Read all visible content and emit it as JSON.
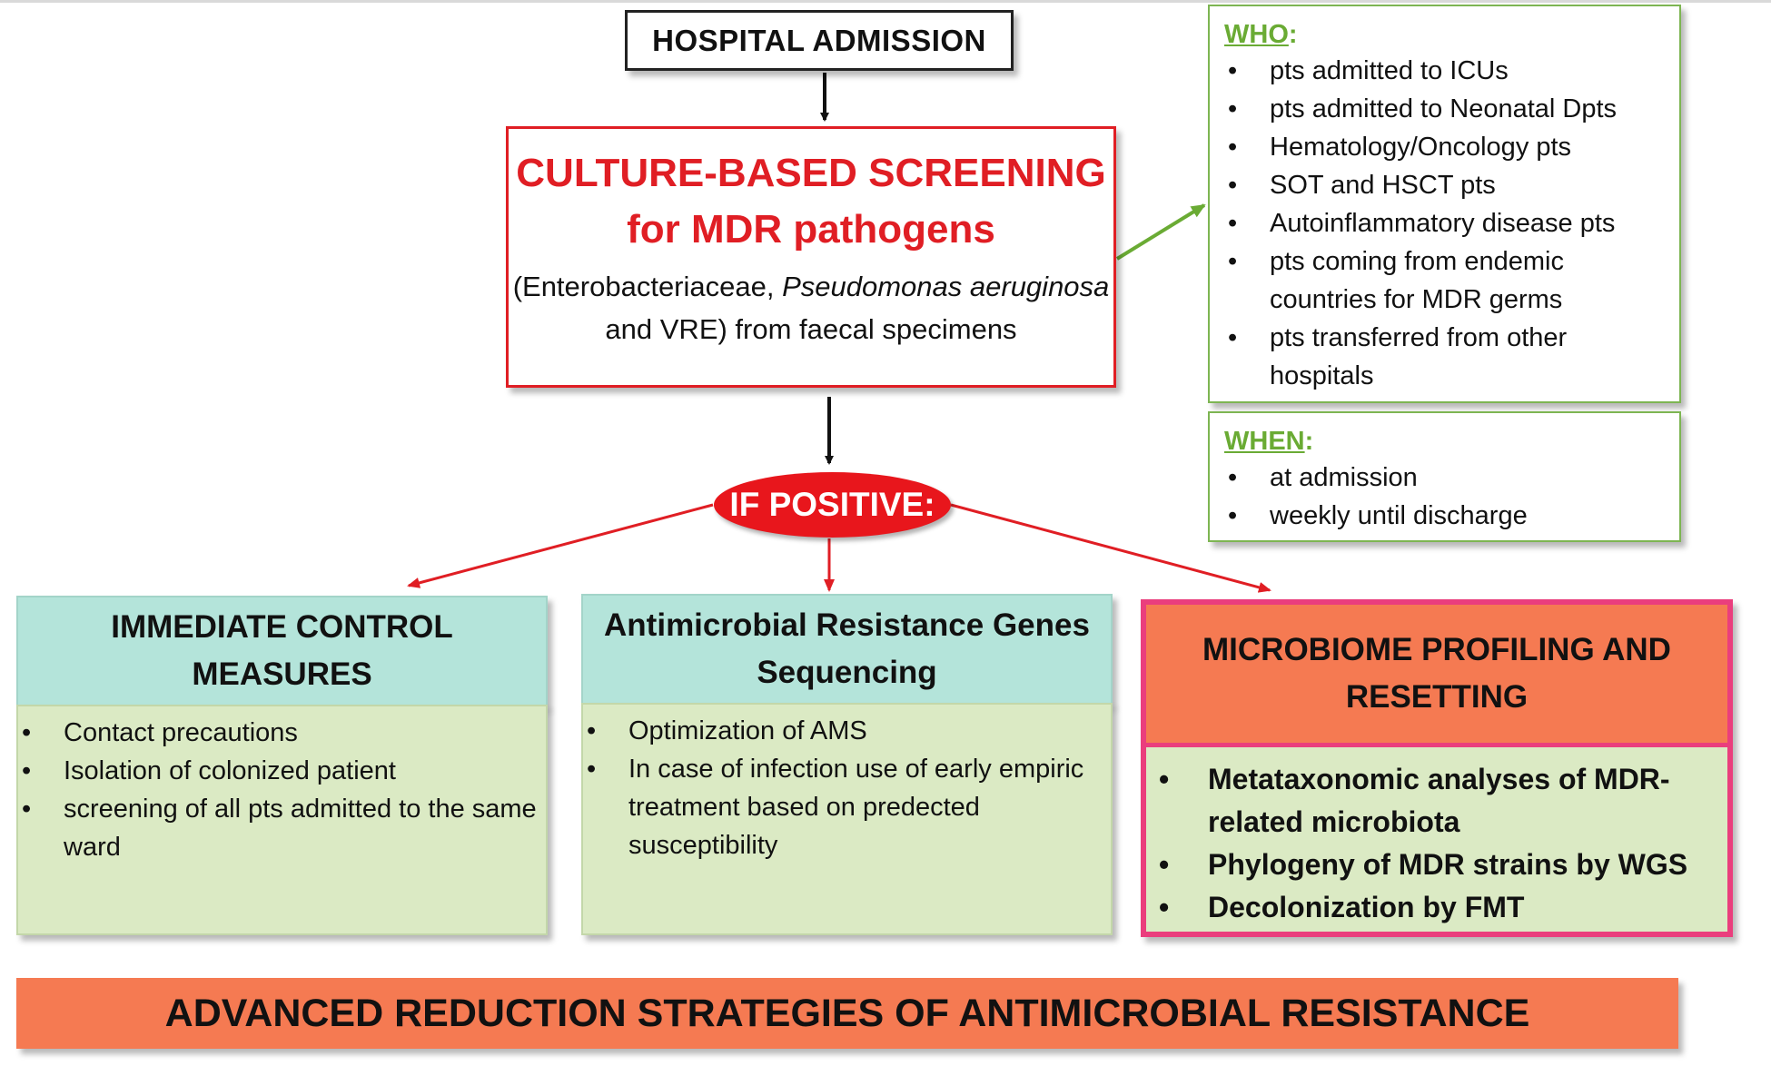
{
  "admission": {
    "label": "HOSPITAL ADMISSION"
  },
  "screening": {
    "title_line1": "CULTURE-BASED SCREENING",
    "title_line2": "for MDR pathogens",
    "desc_part1": "(Enterobacteriaceae, ",
    "desc_italic1": "Pseudomonas aeruginosa",
    "desc_part2": " and VRE) from faecal specimens"
  },
  "who": {
    "title": "WHO",
    "items": [
      "pts admitted to ICUs",
      "pts admitted to Neonatal Dpts",
      "Hematology/Oncology pts",
      "SOT and HSCT pts",
      "Autoinflammatory disease pts",
      "pts coming from endemic countries for MDR germs",
      "pts transferred from other hospitals"
    ]
  },
  "when": {
    "title": "WHEN",
    "items": [
      "at admission",
      "weekly until discharge"
    ]
  },
  "if_positive": {
    "label": "IF POSITIVE:"
  },
  "panels": {
    "control": {
      "title": "IMMEDIATE CONTROL MEASURES",
      "items": [
        "Contact precautions",
        "Isolation of colonized patient",
        "screening of all pts admitted to the same ward"
      ]
    },
    "sequencing": {
      "title": "Antimicrobial Resistance Genes Sequencing",
      "items": [
        "Optimization of AMS",
        "In case of infection use of early empiric treatment based on predected susceptibility"
      ]
    },
    "microbiome": {
      "title": "MICROBIOME PROFILING AND RESETTING",
      "items": [
        "Metataxonomic analyses of MDR-related microbiota",
        "Phylogeny of MDR strains by WGS",
        "Decolonization by FMT"
      ]
    }
  },
  "banner": {
    "label": "ADVANCED REDUCTION STRATEGIES OF ANTIMICROBIAL RESISTANCE"
  },
  "colors": {
    "red": "#e01e24",
    "green": "#6aab34",
    "teal": "#b4e4da",
    "light_green": "#dbeac4",
    "orange": "#f57a52",
    "pink": "#ea3e7d"
  }
}
